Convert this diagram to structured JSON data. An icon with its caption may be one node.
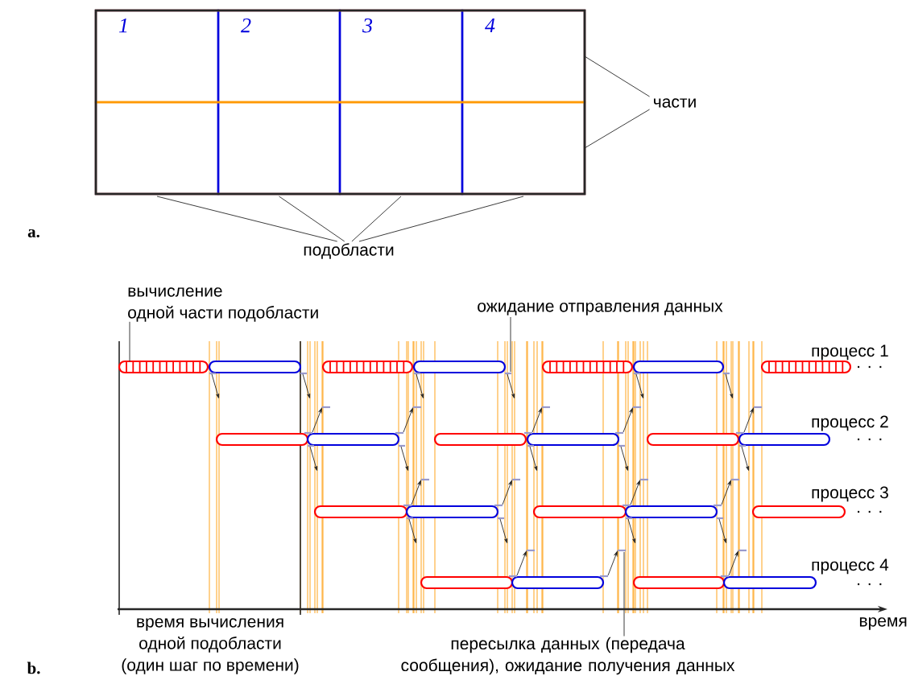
{
  "diagram": {
    "nodes": [
      {
        "text": [
          "1"
        ]
      },
      {
        "text": [
          "2"
        ]
      },
      {
        "text": [
          "3"
        ]
      },
      {
        "text": [
          "4"
        ]
      },
      {
        "text": [],
        "shape": "box"
      },
      {
        "text": [],
        "shape": "box"
      },
      {
        "text": [
          "части"
        ]
      },
      {
        "text": [
          "подобласти"
        ]
      },
      {
        "text": [
          "вычисление одной части подобласти"
        ]
      },
      {
        "text": [
          "ожидание отправления данных"
        ]
      },
      {
        "text": [],
        "shape": "bar"
      },
      {
        "text": [
          "пересылка данных (передача сообщения), ожидание получения данных"
        ]
      }
    ],
    "edges": [
      {
        "from": 6,
        "to": 4,
        "arrow": "none"
      },
      {
        "from": 6,
        "to": 5,
        "arrow": "none"
      },
      {
        "from": 7,
        "to": 0,
        "arrow": "none"
      },
      {
        "from": 7,
        "to": 1,
        "arrow": "none"
      },
      {
        "from": 7,
        "to": 2,
        "arrow": "none"
      },
      {
        "from": 7,
        "to": 3,
        "arrow": "none"
      },
      {
        "from": 8,
        "to": 10,
        "arrow": "none"
      },
      {
        "from": 9,
        "to": null,
        "arrow": "none"
      },
      {
        "from": 11,
        "to": null,
        "arrow": "none"
      }
    ],
    "labels": [
      "a.",
      "процесс 1",
      ". . .",
      "процесс 2",
      ". . .",
      "процесс 3",
      ". . .",
      "процесс 4",
      ". . .",
      "время",
      "время вычисления одной подобласти (один шаг по времени)",
      "b."
    ]
  }
}
